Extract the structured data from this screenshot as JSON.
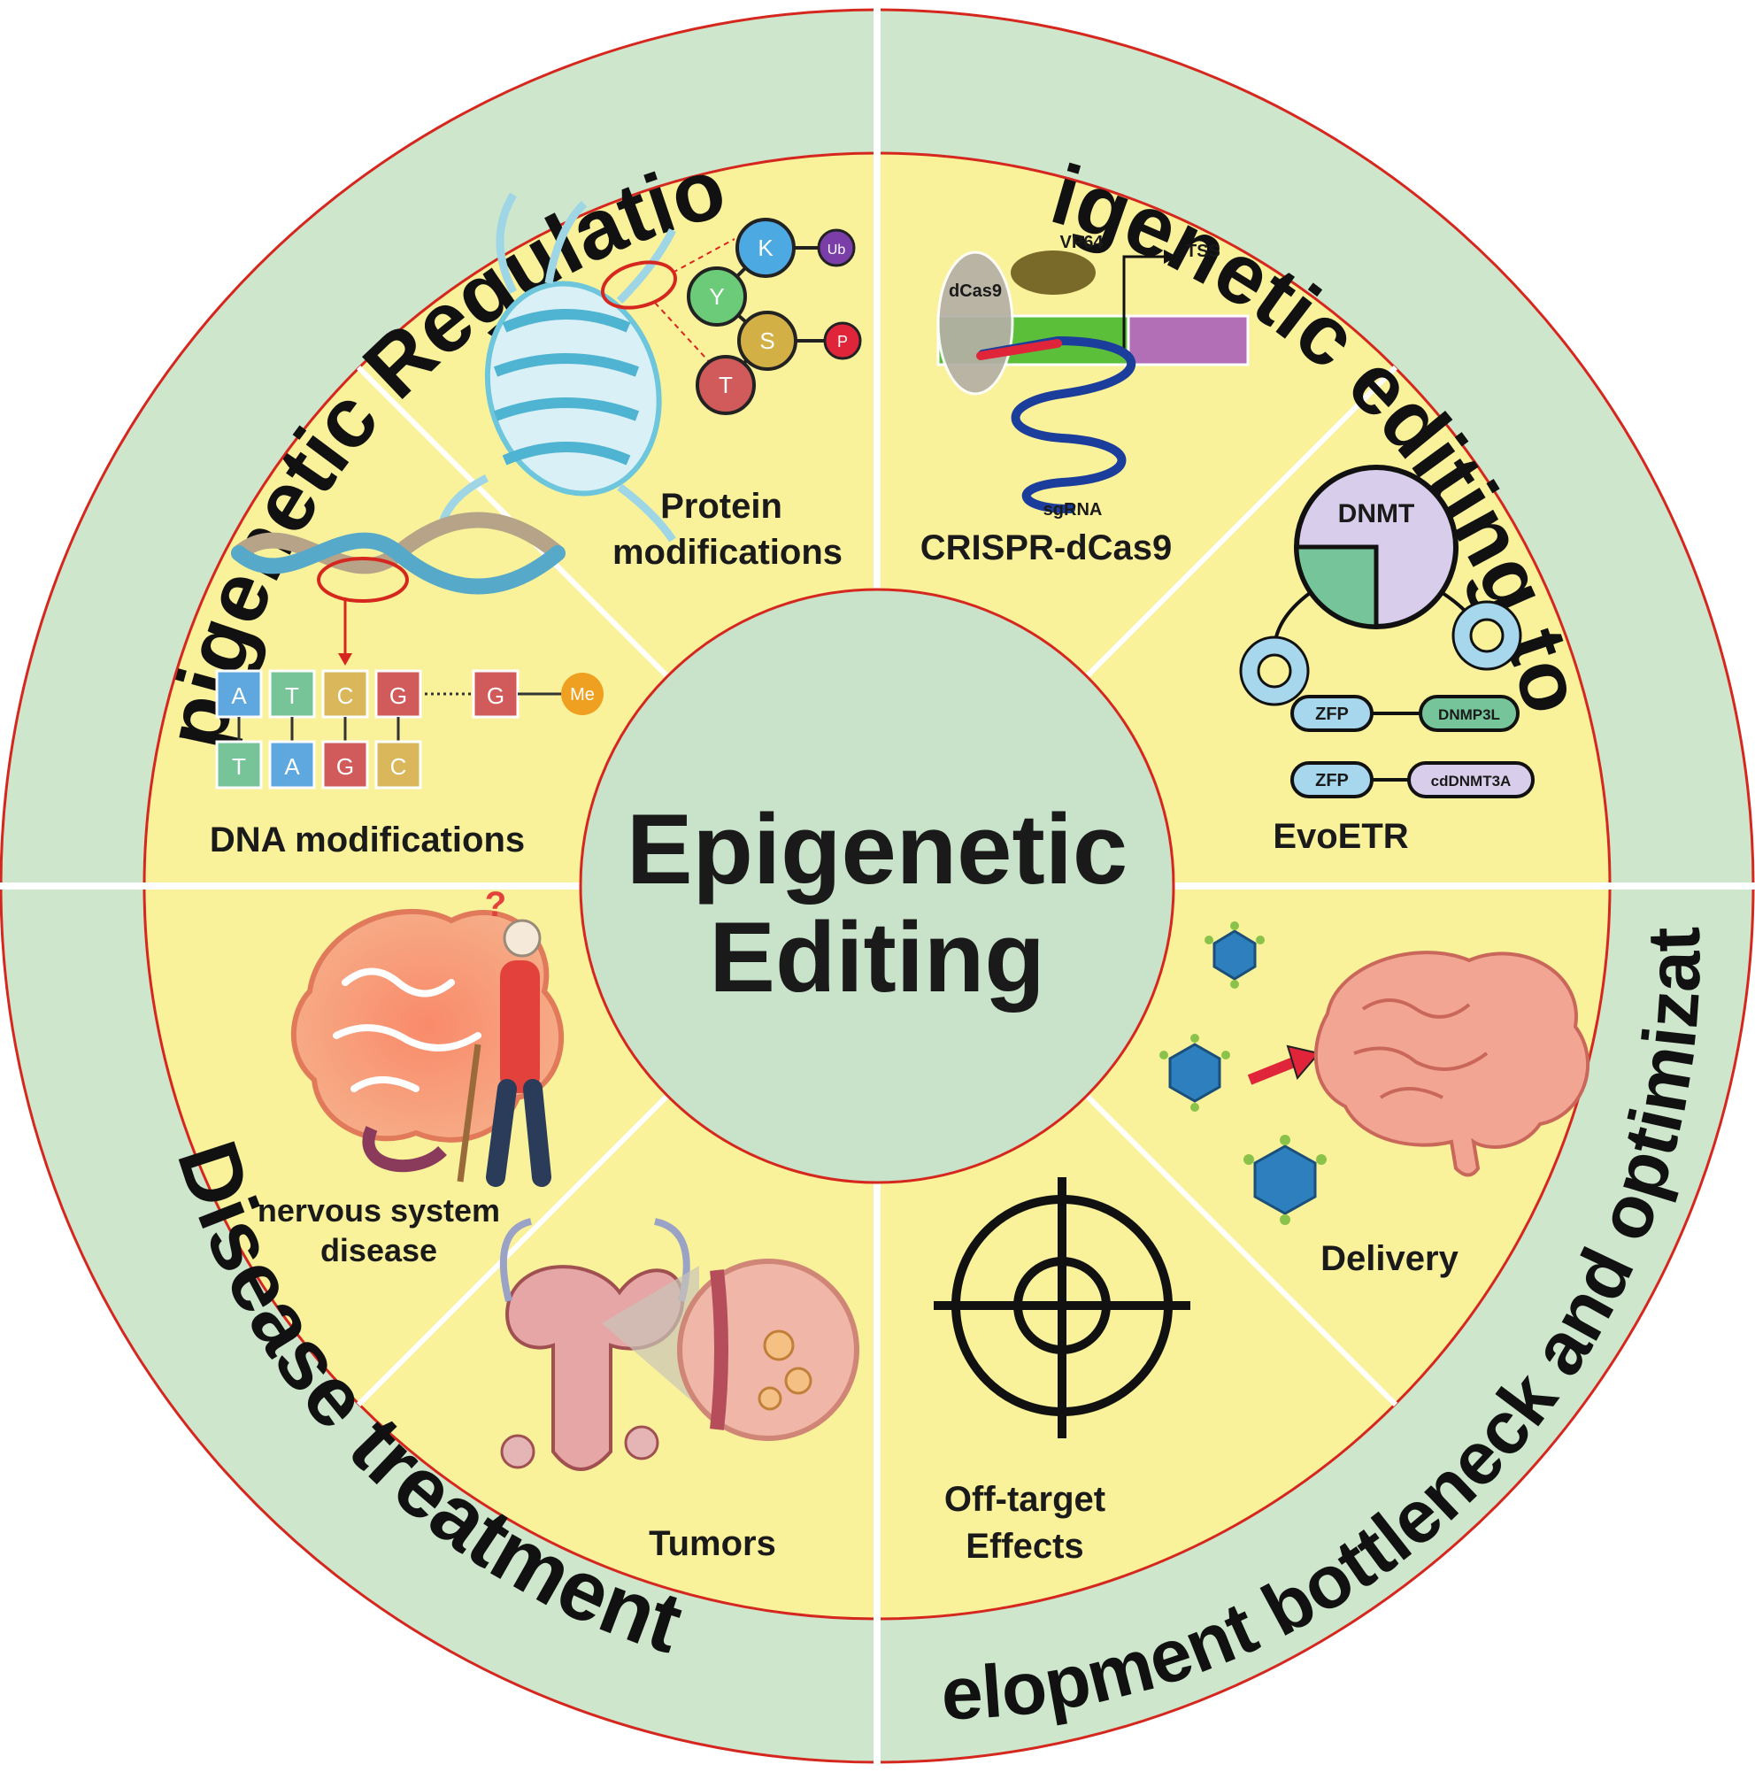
{
  "center": {
    "line1": "Epigenetic",
    "line2": "Editing"
  },
  "quadrants": {
    "top_left": "Epigenetic Regulation",
    "top_right": "Epigenetic editing tools",
    "bottom_left": "Disease treatment",
    "bottom_right": "Development bottleneck and optimization"
  },
  "segments": {
    "protein": {
      "line1": "Protein",
      "line2": "modifications",
      "residues": [
        "K",
        "Y",
        "S",
        "T"
      ],
      "mods": [
        "Ub",
        "P"
      ]
    },
    "dna": {
      "label": "DNA modifications",
      "top_strand": [
        "A",
        "T",
        "C",
        "G"
      ],
      "extra_base": "G",
      "methyl": "Me",
      "bottom_strand": [
        "T",
        "A",
        "G",
        "C"
      ]
    },
    "crispr": {
      "label": "CRISPR-dCas9",
      "vp64": "VP64",
      "tss": "TSS",
      "dcas9": "dCas9",
      "sgrna": "sgRNA"
    },
    "evoetr": {
      "label": "EvoETR",
      "dnmt": "DNMT",
      "zfp1": "ZFP",
      "fusion1": "DNMP3L",
      "zfp2": "ZFP",
      "fusion2": "cdDNMT3A"
    },
    "delivery": {
      "label": "Delivery"
    },
    "offtarget": {
      "line1": "Off-target",
      "line2": "Effects"
    },
    "tumors": {
      "label": "Tumors"
    },
    "nervous": {
      "line1": "nervous system",
      "line2": "disease",
      "question": "?"
    }
  },
  "colors": {
    "outer_ring": "#cde6cc",
    "middle_ring": "#faf29a",
    "center": "#c8e3c9",
    "border": "#d6271f",
    "separator": "#ffffff"
  }
}
